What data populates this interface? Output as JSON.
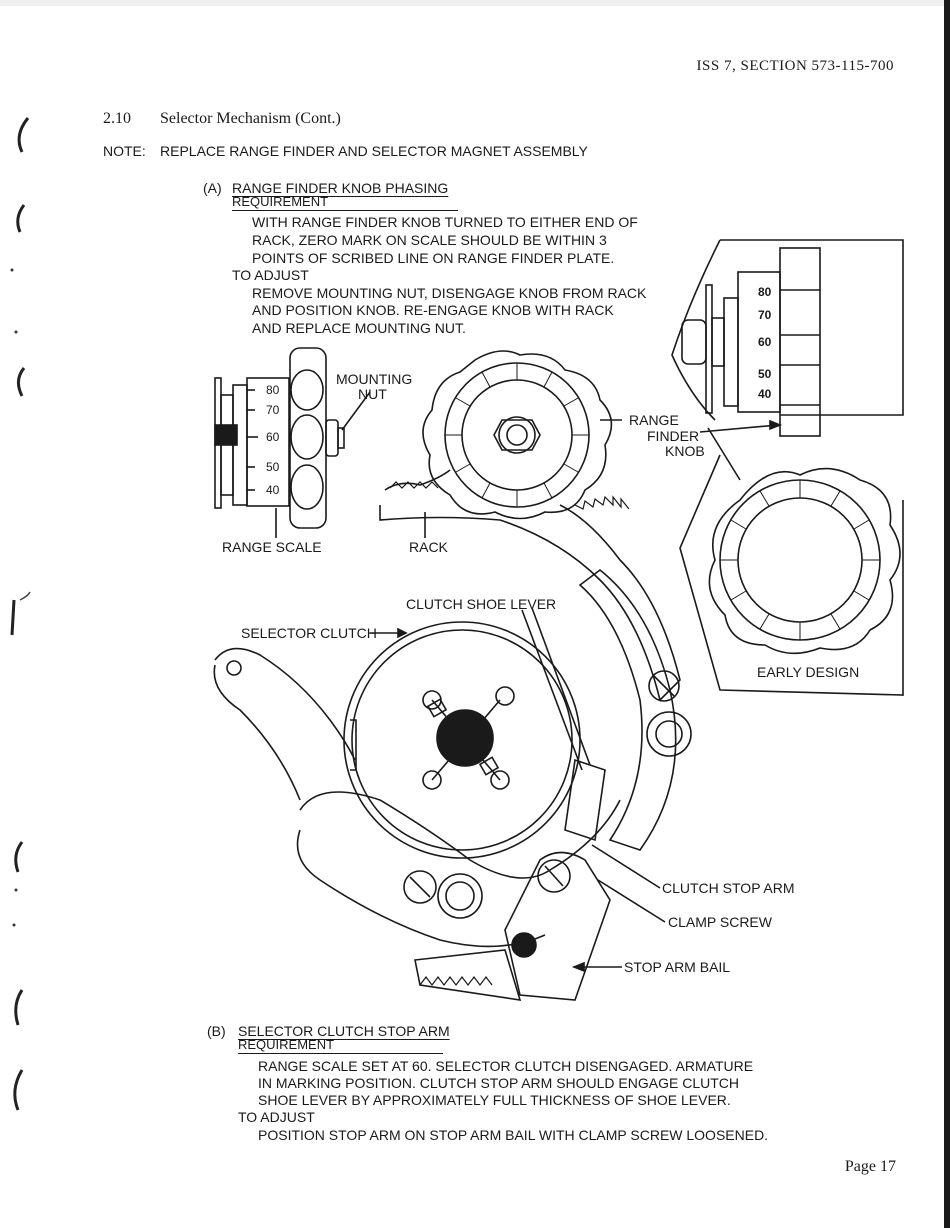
{
  "header": {
    "doc_ref": "ISS 7, SECTION 573-115-700"
  },
  "section": {
    "number": "2.10",
    "title": "Selector Mechanism (Cont.)"
  },
  "note": {
    "label": "NOTE:",
    "text": "REPLACE RANGE FINDER AND SELECTOR MAGNET ASSEMBLY"
  },
  "part_a": {
    "label": "(A)",
    "title": "RANGE FINDER KNOB PHASING",
    "requirement_heading": "REQUIREMENT",
    "requirement_lines": [
      "WITH RANGE FINDER KNOB TURNED TO EITHER END OF",
      "RACK, ZERO MARK ON SCALE SHOULD BE WITHIN 3",
      "POINTS OF SCRIBED LINE ON RANGE FINDER PLATE."
    ],
    "adjust_heading": "TO ADJUST",
    "adjust_lines": [
      "REMOVE MOUNTING NUT, DISENGAGE KNOB FROM RACK",
      "AND POSITION KNOB.  RE-ENGAGE KNOB WITH RACK",
      "AND REPLACE MOUNTING NUT."
    ]
  },
  "figure": {
    "scale_ticks": [
      "80",
      "70",
      "60",
      "50",
      "40"
    ],
    "labels": {
      "mounting_nut_1": "MOUNTING",
      "mounting_nut_2": "NUT",
      "range_finder_knob_1": "RANGE",
      "range_finder_knob_2": "FINDER",
      "range_finder_knob_3": "KNOB",
      "range_scale": "RANGE SCALE",
      "rack": "RACK",
      "clutch_shoe_lever": "CLUTCH SHOE LEVER",
      "selector_clutch": "SELECTOR CLUTCH",
      "early_design": "EARLY DESIGN",
      "clutch_stop_arm": "CLUTCH STOP ARM",
      "clamp_screw": "CLAMP SCREW",
      "stop_arm_bail": "STOP  ARM BAIL"
    }
  },
  "part_b": {
    "label": "(B)",
    "title": "SELECTOR CLUTCH STOP ARM",
    "requirement_heading": "REQUIREMENT",
    "requirement_lines": [
      "RANGE SCALE SET AT 60.  SELECTOR CLUTCH DISENGAGED.  ARMATURE",
      "IN MARKING POSITION.  CLUTCH STOP ARM SHOULD ENGAGE CLUTCH",
      "SHOE LEVER BY APPROXIMATELY FULL THICKNESS OF SHOE LEVER."
    ],
    "adjust_heading": "TO ADJUST",
    "adjust_lines": [
      "POSITION STOP ARM ON STOP ARM BAIL WITH CLAMP SCREW LOOSENED."
    ]
  },
  "footer": {
    "page": "Page 17"
  }
}
